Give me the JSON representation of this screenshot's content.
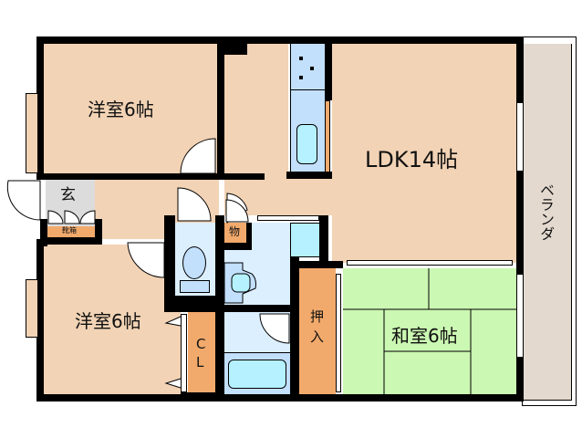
{
  "floorplan": {
    "colors": {
      "floor": "#f2d3b5",
      "entrance": "#dcdcdc",
      "wet_area": "#dcefff",
      "wet_fixture": "#c2dffc",
      "bath_tub": "#b5f1ff",
      "storage": "#f2aa6c",
      "tatami": "#cbf8b2",
      "veranda": "#e3d9cf",
      "wall": "#000000"
    },
    "rooms": {
      "western_room_top": {
        "label": "洋室6帖"
      },
      "western_room_bottom": {
        "label": "洋室6帖"
      },
      "ldk": {
        "label": "LDK14帖"
      },
      "japanese_room": {
        "label": "和室6帖"
      },
      "entrance": {
        "label": "玄"
      },
      "shoe_cabinet": {
        "label": "靴箱"
      },
      "storage_small": {
        "label": "物"
      },
      "closet": {
        "label_line1": "C",
        "label_line2": "L"
      },
      "oshiire": {
        "label_line1": "押",
        "label_line2": "入"
      },
      "veranda": {
        "label": "ベランダ"
      }
    }
  }
}
